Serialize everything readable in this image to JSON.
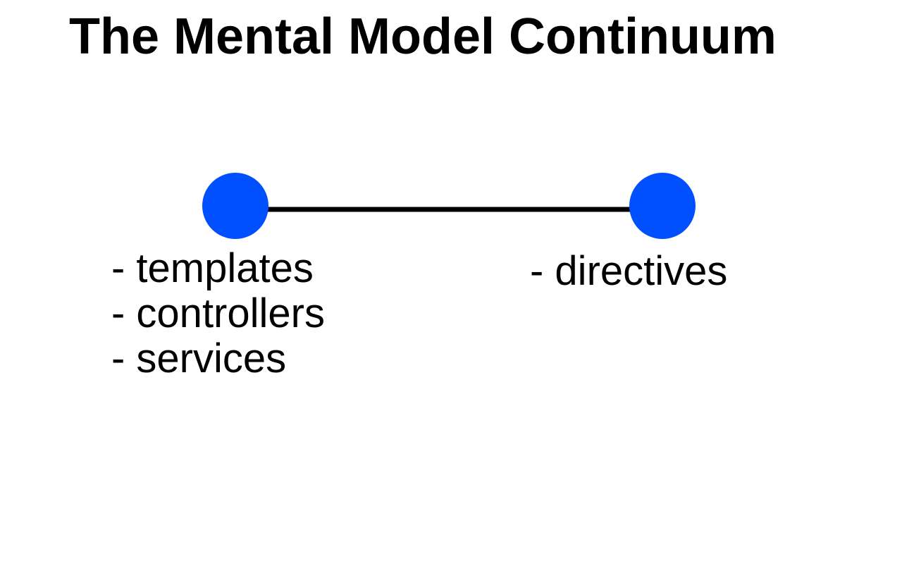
{
  "title": "The Mental Model Continuum",
  "continuum": {
    "line_color": "#000000",
    "node_color": "#0050ff",
    "left_end": {
      "items": [
        "- templates",
        "- controllers",
        "- services"
      ]
    },
    "right_end": {
      "items": [
        "- directives"
      ]
    }
  }
}
